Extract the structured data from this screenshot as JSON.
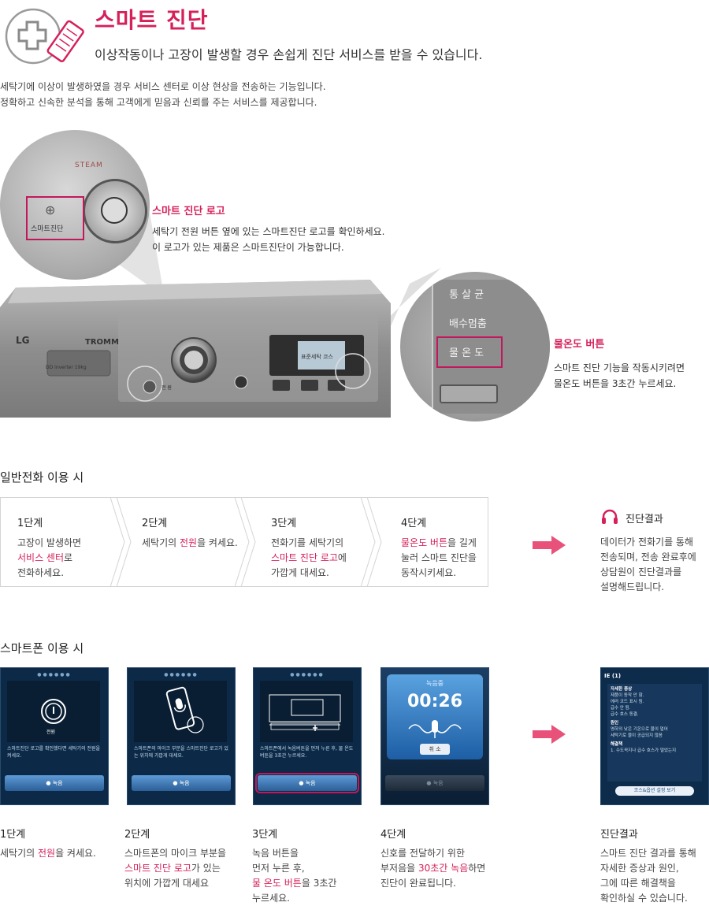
{
  "header": {
    "title": "스마트 진단",
    "subtitle": "이상작동이나 고장이 발생할 경우 손쉽게 진단 서비스를 받을 수 있습니다."
  },
  "intro": [
    "세탁기에 이상이 발생하였을 경우 서비스 센터로 이상 현상을 전송하는 기능입니다.",
    "정확하고 신속한 분석을 통해 고객에게 믿음과 신뢰를 주는 서비스를 제공합니다."
  ],
  "lens_left": {
    "brand": "STEAM",
    "logo_label": "스마트진단"
  },
  "callout_logo": {
    "title": "스마트 진단 로고",
    "lines": [
      "세탁기 전원 버튼 옆에 있는 스마트진단 로고를 확인하세요.",
      "이 로고가 있는 제품은 스마트진단이 가능합니다."
    ]
  },
  "machine": {
    "brand": "LG",
    "model": "TROMM",
    "capacity": "DD inverter 19kg",
    "display_text": "표준세탁 코스",
    "power_label": "전 원"
  },
  "lens_right": {
    "items": [
      "통 살 균",
      "배수멈춤",
      "물 온 도"
    ]
  },
  "callout_temp": {
    "title": "물온도 버튼",
    "lines": [
      "스마트 진단 기능을 작동시키려면",
      "물온도 버튼을 3초간 누르세요."
    ]
  },
  "section_phone": "일반전화 이용 시",
  "phone_steps": [
    {
      "num": "1단계",
      "lines": [
        [
          "고장이 발생하면",
          ""
        ],
        [
          "",
          "서비스 센터",
          "로"
        ],
        [
          "전화하세요.",
          ""
        ]
      ]
    },
    {
      "num": "2단계",
      "lines": [
        [
          "세탁기의 ",
          "전원",
          "을 켜세요."
        ]
      ]
    },
    {
      "num": "3단계",
      "lines": [
        [
          "전화기를 세탁기의",
          ""
        ],
        [
          "",
          "스마트 진단 로고",
          "에"
        ],
        [
          "가깝게 대세요.",
          ""
        ]
      ]
    },
    {
      "num": "4단계",
      "lines": [
        [
          "",
          "물온도 버튼",
          "을 길게"
        ],
        [
          "눌러 스마트 진단을",
          ""
        ],
        [
          "동작시키세요.",
          ""
        ]
      ]
    }
  ],
  "phone_result": {
    "title": "진단결과",
    "lines": [
      "데이터가 전화기를 통해",
      "전송되며, 전송 완료후에",
      "상담원이 진단결과를",
      "설명해드립니다."
    ]
  },
  "section_smart": "스마트폰 이용 시",
  "phones": [
    {
      "text": "스마트진단 로고를 확인했다면 세탁기의 전원을 켜세요.",
      "button": "● 녹음"
    },
    {
      "text": "스마트폰의 마이크 부분을 스마트진단 로고가 있는 위치에 가깝게 대세요.",
      "button": "● 녹음"
    },
    {
      "text": "스마트폰에서 녹음버튼을 먼저 누른 후, 물 온도 버튼을 3초간 누르세요.",
      "button": "● 녹음"
    },
    {
      "header": "녹음중",
      "timer": "00:26",
      "cancel": "취 소",
      "button": "● 녹음"
    }
  ],
  "result_screen": {
    "code": "IE (1)",
    "symptom_title": "자세한 증상",
    "symptom_lines": [
      "제품이 동작 안 함.",
      "에러 코드 표시 됨.",
      "급수 안 됨.",
      "급수 호스 동결."
    ],
    "cause_title": "원인",
    "cause_lines": [
      "영하의 낮은 기온으로 물이 얼어",
      "세탁기로 물이 공급되지 않음"
    ],
    "solution_title": "해결책",
    "solution_lines": [
      "1. 수도꼭지나 급수 호스가 얼었는지"
    ],
    "button": "코스&옵션 설정 보기"
  },
  "smart_steps": [
    {
      "num": "1단계",
      "lines": [
        [
          "세탁기의 ",
          "전원",
          "을 켜세요."
        ]
      ]
    },
    {
      "num": "2단계",
      "lines": [
        [
          "스마트폰의 마이크 부분을",
          ""
        ],
        [
          "",
          "스마트 진단 로고",
          "가 있는"
        ],
        [
          "위치에 가깝게 대세요",
          ""
        ]
      ]
    },
    {
      "num": "3단계",
      "lines": [
        [
          "녹음 버튼을",
          ""
        ],
        [
          "먼저 누른 후,",
          ""
        ],
        [
          "",
          "물 온도 버튼",
          "을 3초간"
        ],
        [
          "누르세요.",
          ""
        ]
      ]
    },
    {
      "num": "4단계",
      "lines": [
        [
          "신호를 전달하기 위한",
          ""
        ],
        [
          "부저음을 ",
          "30초간 녹음",
          "하면"
        ],
        [
          "진단이 완료됩니다.",
          ""
        ]
      ]
    }
  ],
  "smart_result": {
    "title": "진단결과",
    "lines": [
      "스마트 진단 결과를 통해",
      "자세한 증상과 원인,",
      "그에 따른 해결책을",
      "확인하실 수 있습니다."
    ]
  },
  "colors": {
    "accent": "#d6205a",
    "arrow": "#e8527a",
    "phone_bg": "#0c2a48"
  }
}
